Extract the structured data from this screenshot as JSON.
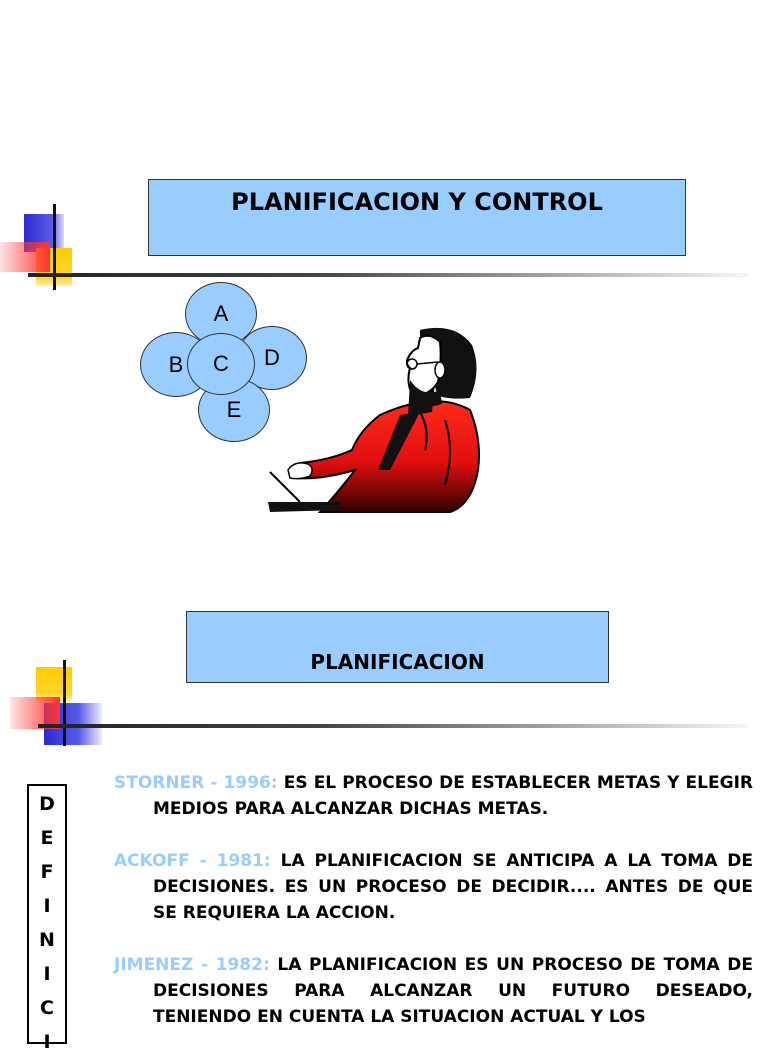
{
  "slide1": {
    "title": "PLANIFICACION Y CONTROL",
    "circles": [
      "A",
      "B",
      "C",
      "D",
      "E"
    ]
  },
  "slide2": {
    "title": "PLANIFICACION",
    "vertical_word": [
      "D",
      "E",
      "F",
      "I",
      "N",
      "I",
      "C",
      "I"
    ],
    "definitions": [
      {
        "source": "STORNER - 1996:",
        "text": "ES EL PROCESO DE ESTABLECER METAS Y ELEGIR MEDIOS PARA ALCANZAR DICHAS METAS."
      },
      {
        "source": "ACKOFF - 1981:",
        "text": "LA PLANIFICACION SE ANTICIPA A LA TOMA DE DECISIONES. ES UN PROCESO DE DECIDIR.... ANTES DE QUE SE REQUIERA LA ACCION."
      },
      {
        "source": "JIMENEZ - 1982:",
        "text": "LA PLANIFICACION ES UN PROCESO DE TOMA DE DECISIONES PARA ALCANZAR UN FUTURO DESEADO, TENIENDO EN CUENTA LA SITUACION ACTUAL Y LOS"
      }
    ]
  },
  "colors": {
    "box": "#99ccff",
    "red": "#ff3333",
    "blue": "#3333cc",
    "yellow": "#ffcc00"
  }
}
